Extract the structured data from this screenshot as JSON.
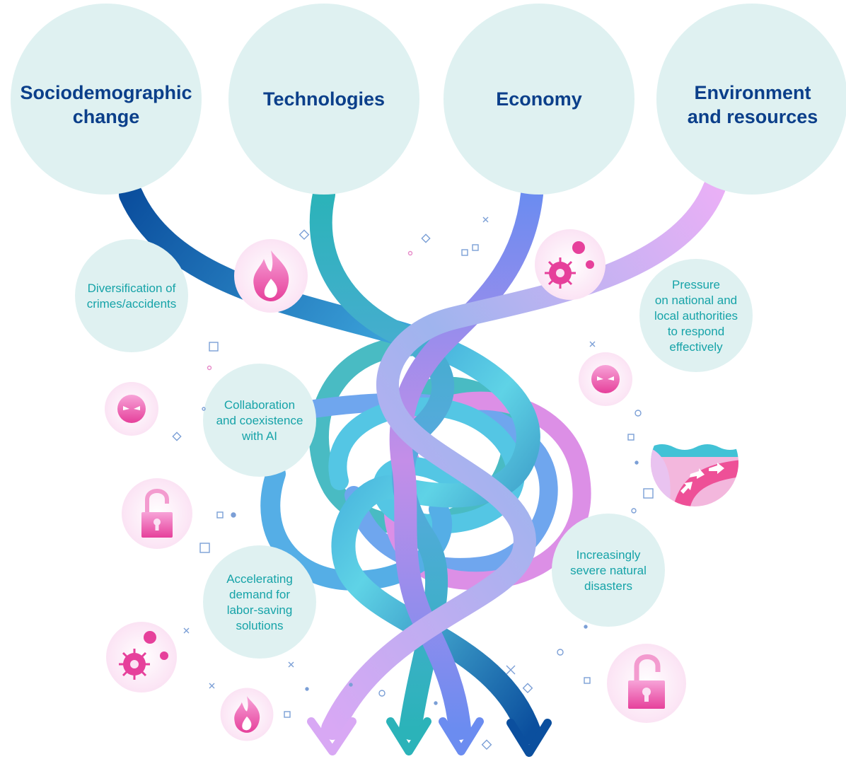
{
  "drivers": [
    {
      "id": "sociodemographic",
      "label": "Sociodemographic\nchange",
      "color": "#0b4f9e"
    },
    {
      "id": "technologies",
      "label": "Technologies",
      "color": "#2bb3b9"
    },
    {
      "id": "economy",
      "label": "Economy",
      "color": "#6b8cf0"
    },
    {
      "id": "environment",
      "label": "Environment\nand resources",
      "color": "#e3a6f2"
    }
  ],
  "issues": [
    {
      "id": "crimes",
      "label": "Diversification of\ncrimes/accidents"
    },
    {
      "id": "pressure",
      "label": "Pressure\non national and\nlocal authorities\nto respond\neffectively"
    },
    {
      "id": "collaboration",
      "label": "Collaboration\nand coexistence\nwith AI"
    },
    {
      "id": "labor",
      "label": "Accelerating\ndemand for\nlabor-saving\nsolutions"
    },
    {
      "id": "disasters",
      "label": "Increasingly\nsevere natural\ndisasters"
    }
  ],
  "icons": [
    "fire-icon",
    "virus-icon",
    "angry-face-icon",
    "unlocked-padlock-icon",
    "landslide-icon"
  ],
  "colors": {
    "circle_fill": "#dff1f1",
    "driver_text": "#0b3f8a",
    "issue_text": "#16a3a8",
    "icon_pink": "#ec4fa2",
    "icon_bg": "#fde8f5"
  }
}
